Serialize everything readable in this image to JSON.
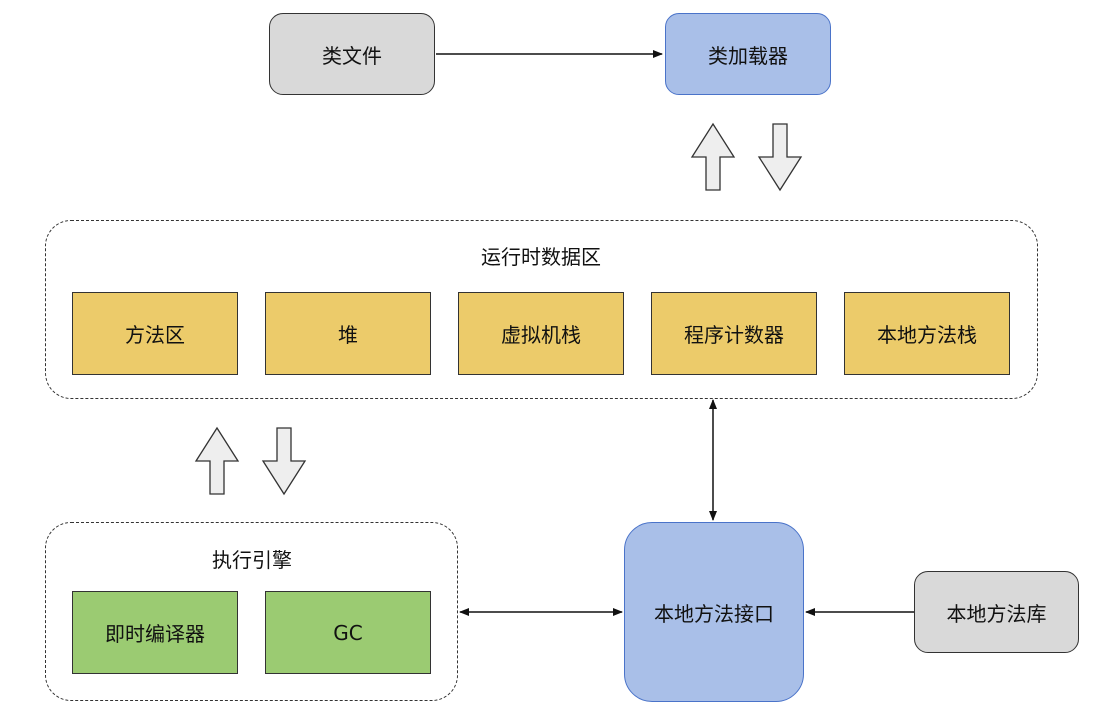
{
  "nodes": {
    "class_file": "类文件",
    "class_loader": "类加载器",
    "runtime_area": "运行时数据区",
    "method_area": "方法区",
    "heap": "堆",
    "vm_stack": "虚拟机栈",
    "pc_register": "程序计数器",
    "native_stack": "本地方法栈",
    "exec_engine": "执行引擎",
    "jit": "即时编译器",
    "gc": "GC",
    "native_interface": "本地方法接口",
    "native_library": "本地方法库"
  },
  "colors": {
    "gray": "#d9d9d9",
    "blue": "#a9bfe8",
    "yellow": "#eccb6a",
    "green": "#9bcb72"
  }
}
